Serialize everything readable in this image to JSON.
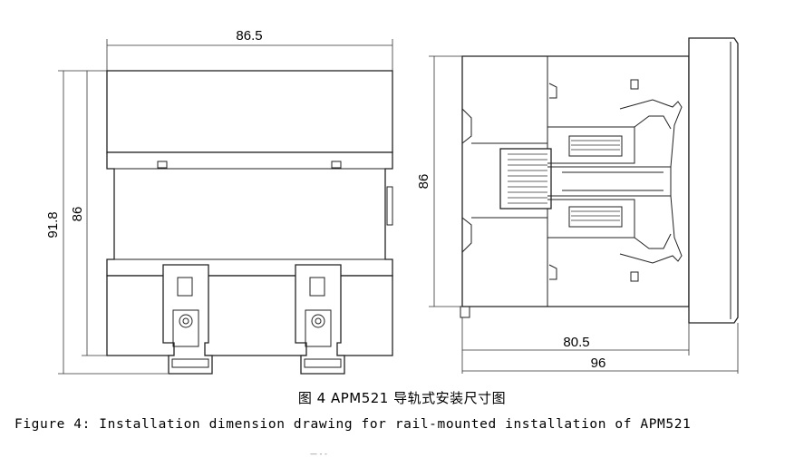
{
  "front_view": {
    "dim_width": "86.5",
    "dim_height_total": "91.8",
    "dim_height_body": "86"
  },
  "side_view": {
    "dim_height": "86",
    "dim_depth_body": "80.5",
    "dim_depth_total": "96"
  },
  "caption": {
    "chinese": "图 4   APM521 导轨式安装尺寸图",
    "english": "Figure 4: Installation dimension drawing for rail-mounted installation of APM521"
  },
  "footer_fragment": "— - -"
}
